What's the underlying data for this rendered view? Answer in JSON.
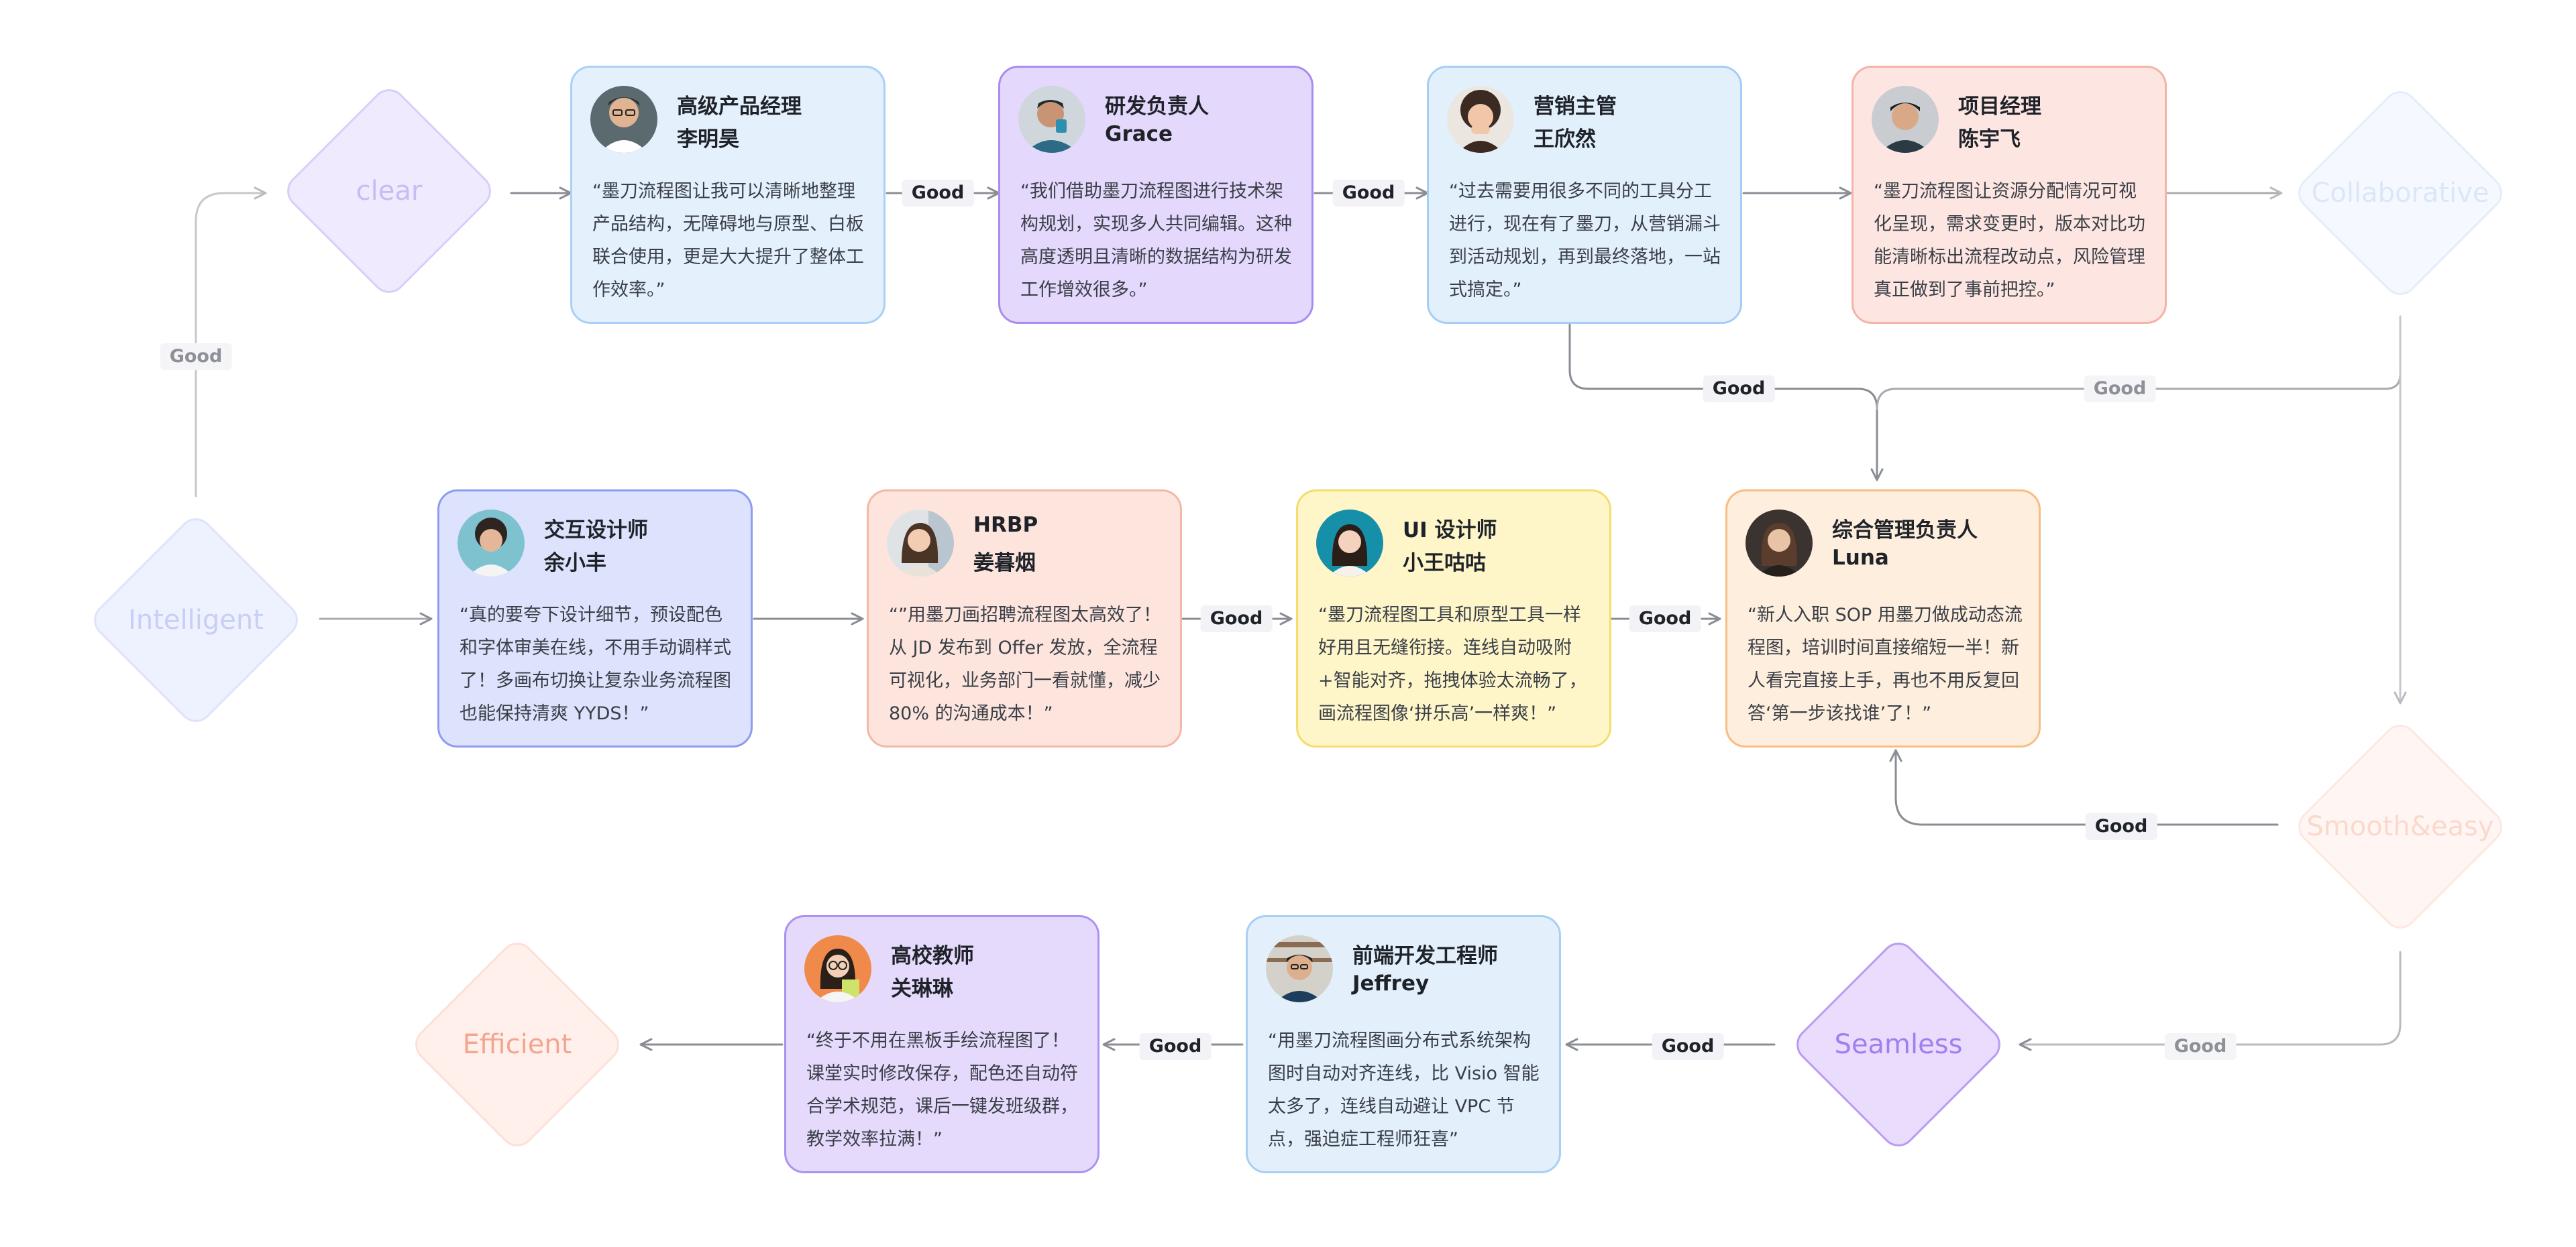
{
  "diamonds": {
    "clear": {
      "label": "clear",
      "fill": "#efeafd",
      "stroke": "#d8cff8",
      "color": "#c9bbf3"
    },
    "collaborative": {
      "label": "Collaborative",
      "fill": "#f5f9ff",
      "stroke": "#e4edfa",
      "color": "#dbe7f8"
    },
    "intelligent": {
      "label": "Intelligent",
      "fill": "#eef1fe",
      "stroke": "#dee3fb",
      "color": "#c7cff7"
    },
    "smooth": {
      "label": "Smooth&easy",
      "fill": "#fff6f3",
      "stroke": "#fde8e1",
      "color": "#fbd8cc"
    },
    "seamless": {
      "label": "Seamless",
      "fill": "#e9dcfd",
      "stroke": "#b79cf3",
      "color": "#a17ff0"
    },
    "efficient": {
      "label": "Efficient",
      "fill": "#fff0ec",
      "stroke": "#fde0d7",
      "color": "#f3a58f"
    }
  },
  "cards": {
    "pm": {
      "role": "高级产品经理",
      "name": "李明昊",
      "quote": "“墨刀流程图让我可以清晰地整理产品结构，无障碍地与原型、白板联合使用，更是大大提升了整体工作效率。”",
      "fill": "#e4f1fd",
      "stroke": "#a9d1f5",
      "icon": "avatar-man-glasses"
    },
    "rd": {
      "role": "研发负责人",
      "name": "Grace",
      "quote": "“我们借助墨刀流程图进行技术架构规划，实现多人共同编辑。这种高度透明且清晰的数据结构为研发工作增效很多。”",
      "fill": "#e4d8fc",
      "stroke": "#a98cf0",
      "icon": "avatar-man-cup"
    },
    "mkt": {
      "role": "营销主管",
      "name": "王欣然",
      "quote": "“过去需要用很多不同的工具分工进行，现在有了墨刀，从营销漏斗到活动规划，再到最终落地，一站式搞定。”",
      "fill": "#e2f0fc",
      "stroke": "#a6cdf3",
      "icon": "avatar-woman-curly"
    },
    "proj": {
      "role": "项目经理",
      "name": "陈宇飞",
      "quote": "“墨刀流程图让资源分配情况可视化呈现，需求变更时，版本对比功能清晰标出流程改动点，风险管理真正做到了事前把控。”",
      "fill": "#fde6e2",
      "stroke": "#f5b2a6",
      "icon": "avatar-man-cap"
    },
    "ixd": {
      "role": "交互设计师",
      "name": "余小丰",
      "quote": "“真的要夸下设计细节，预设配色和字体审美在线，不用手动调样式了！多画布切换让复杂业务流程图也能保持清爽 YYDS！”",
      "fill": "#dde3fd",
      "stroke": "#8d9cf0",
      "icon": "avatar-man-curly"
    },
    "hrbp": {
      "role": "HRBP",
      "name": "姜暮烟",
      "quote": "“”用墨刀画招聘流程图太高效了！从 JD 发布到 Offer 发放，全流程可视化，业务部门一看就懂，减少 80% 的沟通成本！”",
      "fill": "#fde5de",
      "stroke": "#f5b7a6",
      "icon": "avatar-woman-long"
    },
    "ui": {
      "role": "UI 设计师",
      "name": "小王咕咕",
      "quote": "“墨刀流程图工具和原型工具一样好用且无缝衔接。连线自动吸附+智能对齐，拖拽体验太流畅了，画流程图像‘拼乐高’一样爽！”",
      "fill": "#fef6c9",
      "stroke": "#f5dc6e",
      "icon": "avatar-woman-teal"
    },
    "mgr": {
      "role": "综合管理负责人",
      "name": "Luna",
      "quote": "“新人入职 SOP 用墨刀做成动态流程图，培训时间直接缩短一半！新人看完直接上手，再也不用反复回答‘第一步该找谁’了！”",
      "fill": "#feeedd",
      "stroke": "#f7bd84",
      "icon": "avatar-woman-dark"
    },
    "teacher": {
      "role": "高校教师",
      "name": "关琳琳",
      "quote": "“终于不用在黑板手绘流程图了！课堂实时修改保存，配色还自动符合学术规范，课后一键发班级群，教学效率拉满！”",
      "fill": "#e5dafc",
      "stroke": "#ad91f1",
      "icon": "avatar-woman-glasses"
    },
    "fe": {
      "role": "前端开发工程师",
      "name": "Jeffrey",
      "quote": "“用墨刀流程图画分布式系统架构图时自动对齐连线，比 Visio 智能太多了，连线自动避让 VPC 节点，强迫症工程师狂喜”",
      "fill": "#e3f0fc",
      "stroke": "#a8cff4",
      "icon": "avatar-man-shelf"
    }
  },
  "edge_labels": {
    "intel_clear": "Good",
    "pm_rd": "Good",
    "rd_mkt": "Good",
    "mkt_mgr": "Good",
    "collab_mgr": "Good",
    "hrbp_ui": "Good",
    "ui_mgr": "Good",
    "smooth_mgr": "Good",
    "smooth_seamless": "Good",
    "seamless_fe": "Good",
    "fe_teacher": "Good"
  }
}
